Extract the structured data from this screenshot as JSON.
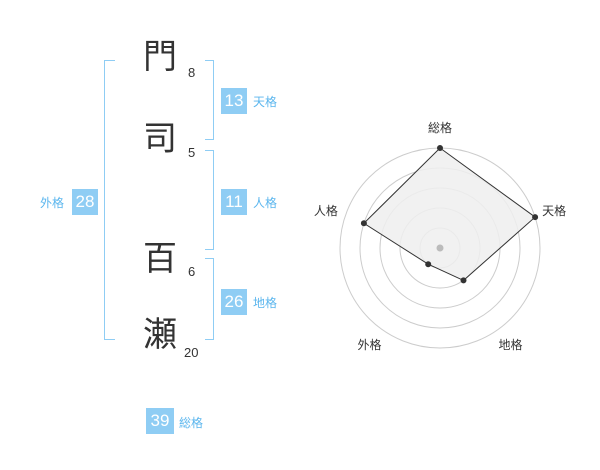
{
  "name": {
    "chars": [
      {
        "char": "門",
        "strokes": "8"
      },
      {
        "char": "司",
        "strokes": "5"
      },
      {
        "char": "百",
        "strokes": "6"
      },
      {
        "char": "瀬",
        "strokes": "20"
      }
    ]
  },
  "fortune": {
    "tenkaku": {
      "label": "天格",
      "value": "13"
    },
    "jinkaku": {
      "label": "人格",
      "value": "11"
    },
    "chikaku": {
      "label": "地格",
      "value": "26"
    },
    "gaikaku": {
      "label": "外格",
      "value": "28"
    },
    "soukaku": {
      "label": "総格",
      "value": "39"
    }
  },
  "chart_data": {
    "type": "radar",
    "axes": [
      "総格",
      "天格",
      "地格",
      "外格",
      "人格"
    ],
    "values": [
      5,
      5,
      2,
      1,
      4
    ],
    "max": 5,
    "rings": 5,
    "colors": {
      "fill": "#eeeeee",
      "line": "#333333",
      "grid": "#cccccc",
      "center": "#bbbbbb"
    }
  }
}
